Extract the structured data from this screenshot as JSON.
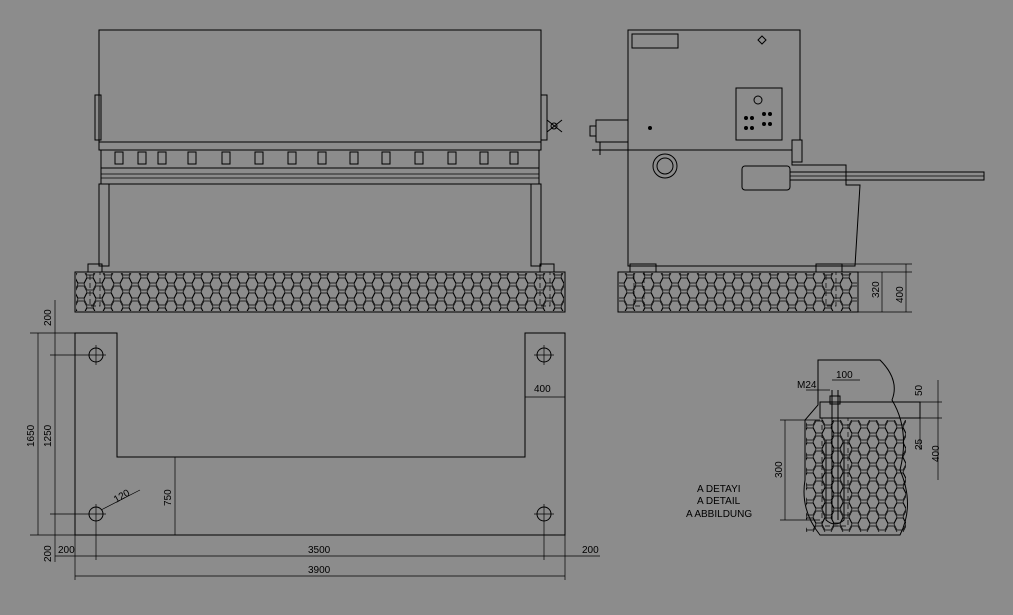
{
  "colors": {
    "background": "#8c8c8c",
    "line": "#000000"
  },
  "dimensions": {
    "base_height_inner": "320",
    "base_height_outer": "400",
    "plan_top_margin": "200",
    "plan_depth_total": "1650",
    "plan_depth_inner": "1250",
    "plan_bottom_margin": "200",
    "plan_left_margin": "200",
    "plan_hole_spacing": "3500",
    "plan_right_margin": "200",
    "plan_total_width": "3900",
    "plan_pocket_width": "400",
    "plan_pocket_depth": "750",
    "plan_hole_diameter": "120",
    "detail_bolt": "M24",
    "detail_plate_width": "100",
    "detail_plate_thickness": "50",
    "detail_gap": "25",
    "detail_depth": "400",
    "detail_anchor_length": "300"
  },
  "detail_caption": {
    "line1": "A DETAYI",
    "line2": "A DETAIL",
    "line3": "A ABBILDUNG"
  }
}
